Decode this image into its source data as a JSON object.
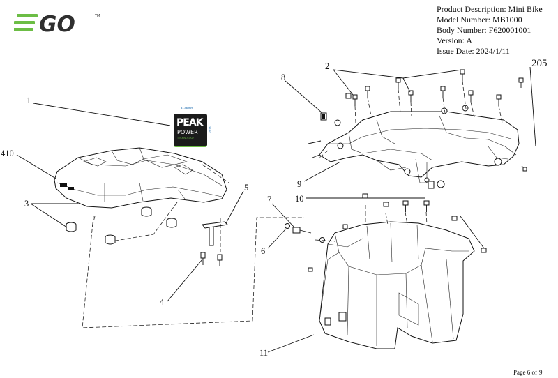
{
  "brand": {
    "logo_text": "EGO",
    "logo_color": "#6cbd45",
    "logo_dark": "#2f2f2f"
  },
  "header": {
    "product_description": "Product Description: Mini Bike",
    "model_number": "Model Number: MB1000",
    "body_number": "Body Number: F620001001",
    "version": "Version: A",
    "issue_date": "Issue Date: 2024/1/11"
  },
  "page_code": "205",
  "page_number": {
    "label": "Page 6 of",
    "total": "9"
  },
  "badge": {
    "line1": "PEAK",
    "line2": "POWER",
    "line3": "TECHNOLOGY",
    "width_dim": "31.46 mm",
    "height_dim": "36.82 mm",
    "accent": "#6cbd45"
  },
  "callouts": [
    "1",
    "410",
    "3",
    "4",
    "5",
    "2",
    "8",
    "9",
    "10",
    "7",
    "6",
    "11"
  ]
}
